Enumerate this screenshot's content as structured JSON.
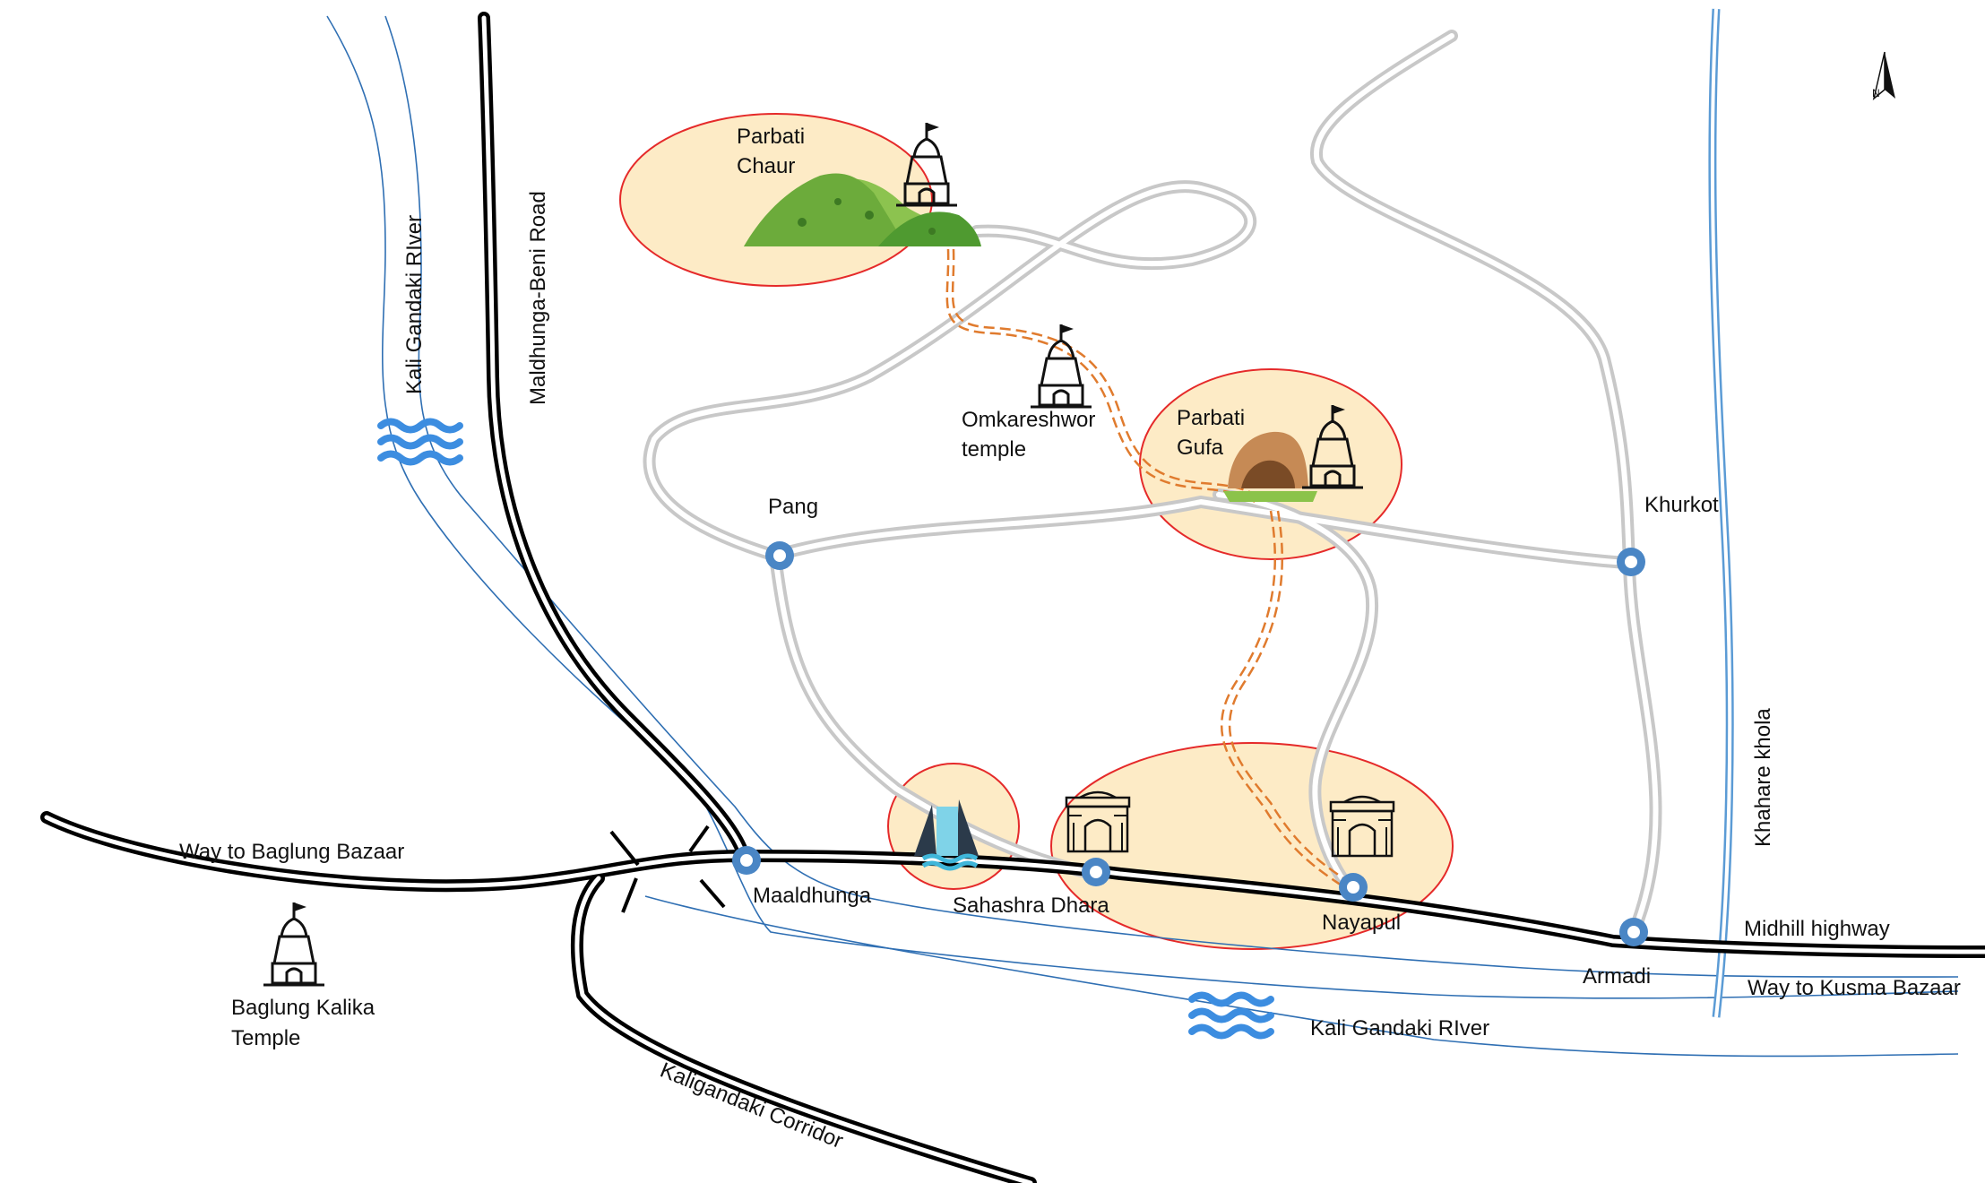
{
  "colors": {
    "river": "#2f6fb3",
    "river_icon": "#3c8de0",
    "highway": "#000000",
    "local_road": "#c8c8c8",
    "trail": "#e07b2e",
    "zone_fill": "#fdebc6",
    "zone_stroke": "#e52a2a",
    "junction": "#4a86c5",
    "stream": "#5b9bd5"
  },
  "compass": {
    "label": "N"
  },
  "zones": [
    {
      "name": "parbati-chaur-zone"
    },
    {
      "name": "parbati-gufa-zone"
    },
    {
      "name": "sahashra-dhara-waterfall-zone"
    },
    {
      "name": "nayapul-gate-zone"
    }
  ],
  "labels": {
    "parbati_chaur_1": "Parbati",
    "parbati_chaur_2": "Chaur",
    "omkareshwor_1": "Omkareshwor",
    "omkareshwor_2": "temple",
    "parbati_gufa_1": "Parbati",
    "parbati_gufa_2": "Gufa",
    "pang": "Pang",
    "khurkot": "Khurkot",
    "maaldhunga": "Maaldhunga",
    "sahashra_dhara": "Sahashra Dhara",
    "nayapul": "Nayapul",
    "armadi": "Armadi",
    "midhill_highway": "Midhill highway",
    "way_to_kusma": "Way to Kusma Bazaar",
    "way_to_baglung": "Way to Baglung Bazaar",
    "baglung_kalika_1": "Baglung Kalika",
    "baglung_kalika_2": "Temple",
    "kali_gandaki_river_vertical": "Kali Gandaki RIver",
    "kali_gandaki_river_bottom": "Kali Gandaki RIver",
    "maldhunga_beni_road": "Maldhunga-Beni Road",
    "kaligandaki_corridor": "Kaligandaki Corridor",
    "khahare_khola": "Khahare khola"
  },
  "icons": [
    "temple-icon",
    "hill-icon",
    "cave-icon",
    "waterfall-icon",
    "gate-icon",
    "water-waves-icon",
    "north-arrow-icon",
    "junction-icon"
  ]
}
